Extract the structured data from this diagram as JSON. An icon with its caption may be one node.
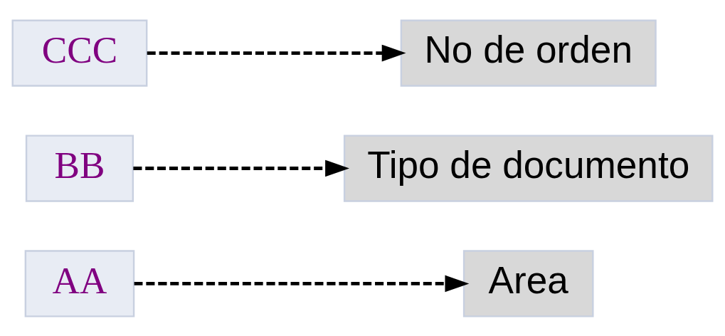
{
  "diagram": {
    "nodes": [
      {
        "text": [
          "AA"
        ]
      },
      {
        "text": [
          "BB"
        ]
      },
      {
        "text": [
          "CCC"
        ]
      },
      {
        "text": [
          "No de orden"
        ]
      },
      {
        "text": [
          "Tipo de documento"
        ]
      },
      {
        "text": [
          "Area"
        ]
      }
    ],
    "edges": [
      {
        "from": 2,
        "to": 3,
        "arrow": "to",
        "style": "dashed"
      },
      {
        "from": 1,
        "to": 4,
        "arrow": "to",
        "style": "dashed"
      },
      {
        "from": 0,
        "to": 5,
        "arrow": "to",
        "style": "dashed"
      }
    ]
  }
}
